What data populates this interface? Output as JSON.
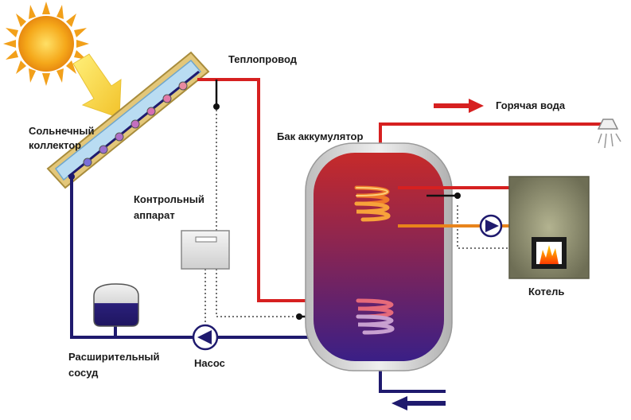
{
  "diagram": {
    "labels": {
      "sun": "",
      "collector_line1": "Сольнечный",
      "collector_line2": "коллектор",
      "heat_pipe": "Теплопровод",
      "hot_water": "Горячая вода",
      "tank": "Бак аккумулятор",
      "controller_line1": "Контрольный",
      "controller_line2": "аппарат",
      "boiler": "Котель",
      "expansion_line1": "Расширительный",
      "expansion_line2": "сосуд",
      "pump": "Насос"
    },
    "colors": {
      "hot_pipe": "#d62020",
      "cold_pipe": "#1f1a6e",
      "orange_pipe": "#e8841c",
      "sun": "#f5b51a",
      "collector_frame": "#e3c77a",
      "boiler_body": "#8a8a6a",
      "tank_top": "#c9283a",
      "tank_bottom": "#3a1f7a"
    }
  }
}
